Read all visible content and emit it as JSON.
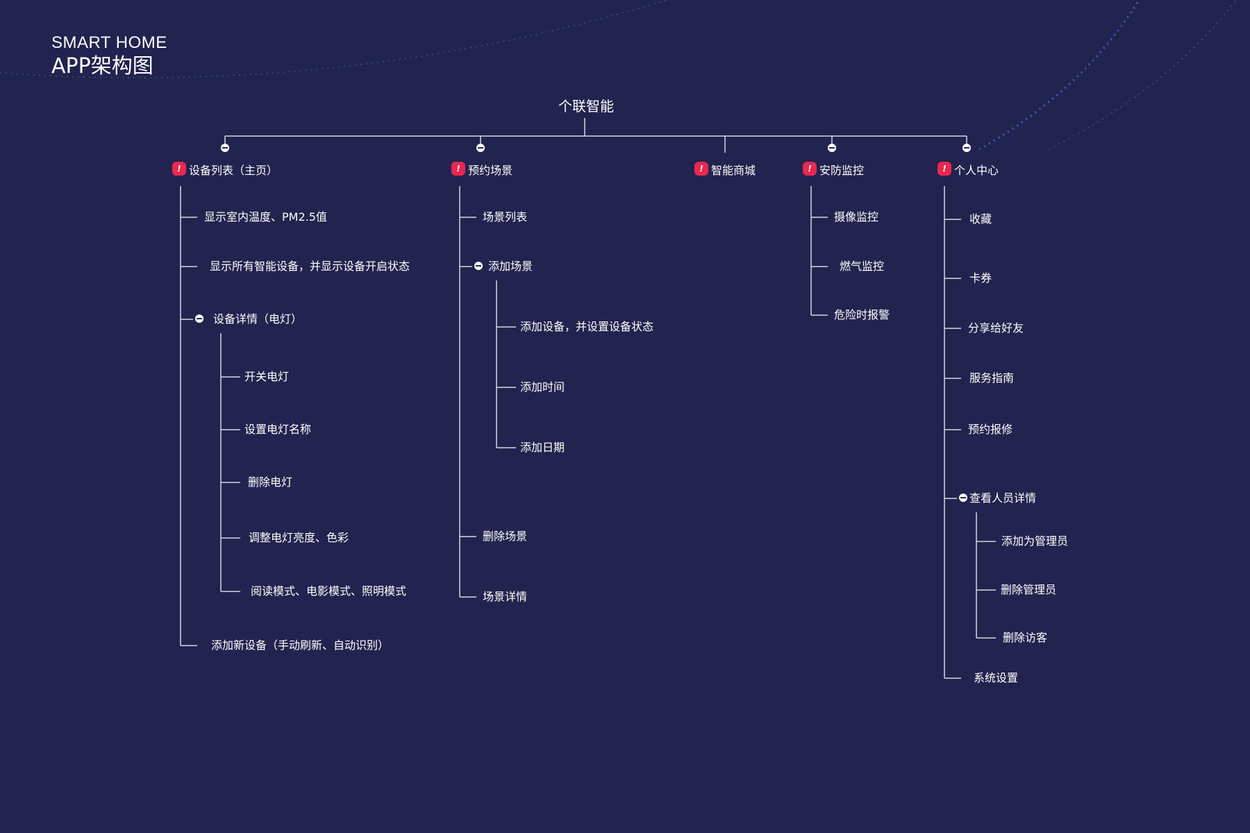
{
  "header": {
    "title_en": "SMART HOME",
    "title_cn": "APP架构图"
  },
  "root": {
    "label": "个联智能",
    "node_icon": "minus-circle-icon"
  },
  "colors": {
    "background": "#23234f",
    "line": "#d8d8e6",
    "badge": "#e8284f",
    "text": "#ffffff"
  },
  "sections": [
    {
      "label": "设备列表（主页）",
      "badge": "!",
      "items": [
        {
          "label": "显示室内温度、PM2.5值"
        },
        {
          "label": "显示所有智能设备，并显示设备开启状态"
        },
        {
          "label": "设备详情（电灯）",
          "children": [
            {
              "label": "开关电灯"
            },
            {
              "label": "设置电灯名称"
            },
            {
              "label": "删除电灯"
            },
            {
              "label": "调整电灯亮度、色彩"
            },
            {
              "label": "阅读模式、电影模式、照明模式"
            }
          ]
        },
        {
          "label": "添加新设备（手动刷新、自动识别）"
        }
      ]
    },
    {
      "label": "预约场景",
      "badge": "!",
      "items": [
        {
          "label": "场景列表"
        },
        {
          "label": "添加场景",
          "children": [
            {
              "label": "添加设备，并设置设备状态"
            },
            {
              "label": "添加时间"
            },
            {
              "label": "添加日期"
            }
          ]
        },
        {
          "label": "删除场景"
        },
        {
          "label": "场景详情"
        }
      ]
    },
    {
      "label": "智能商城",
      "badge": "!",
      "items": []
    },
    {
      "label": "安防监控",
      "badge": "!",
      "items": [
        {
          "label": "摄像监控"
        },
        {
          "label": "燃气监控"
        },
        {
          "label": "危险时报警"
        }
      ]
    },
    {
      "label": "个人中心",
      "badge": "!",
      "items": [
        {
          "label": "收藏"
        },
        {
          "label": "卡券"
        },
        {
          "label": "分享给好友"
        },
        {
          "label": "服务指南"
        },
        {
          "label": "预约报修"
        },
        {
          "label": "查看人员详情",
          "children": [
            {
              "label": "添加为管理员"
            },
            {
              "label": "删除管理员"
            },
            {
              "label": "删除访客"
            }
          ]
        },
        {
          "label": "系统设置"
        }
      ]
    }
  ]
}
